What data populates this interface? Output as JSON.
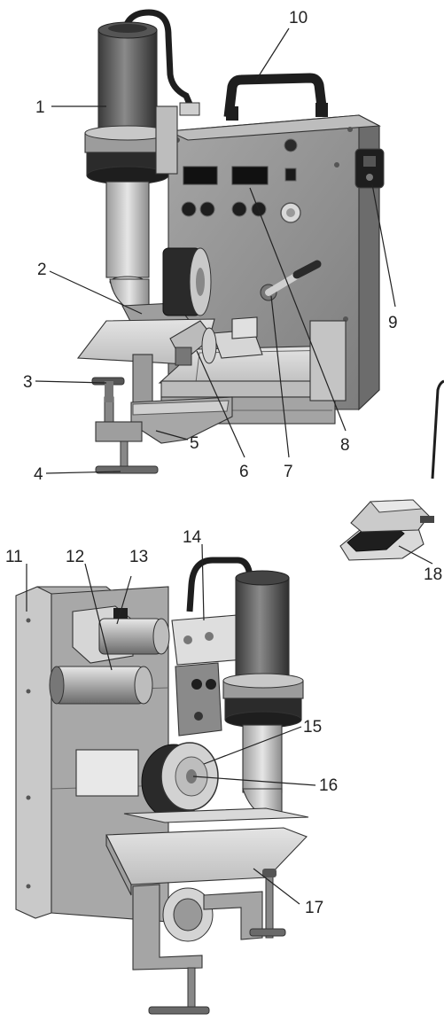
{
  "callouts": {
    "c1": "1",
    "c2": "2",
    "c3": "3",
    "c4": "4",
    "c5": "5",
    "c6": "6",
    "c7": "7",
    "c8": "8",
    "c9": "9",
    "c10": "10",
    "c11": "11",
    "c12": "12",
    "c13": "13",
    "c14": "14",
    "c15": "15",
    "c16": "16",
    "c17": "17",
    "c18": "18"
  },
  "colors": {
    "metal_light": "#d4d4d4",
    "metal_mid": "#a9a9a9",
    "metal_dark": "#5e5e5e",
    "black": "#1e1e1e",
    "panel_face": "#8f8f8f",
    "display": "#111111"
  }
}
